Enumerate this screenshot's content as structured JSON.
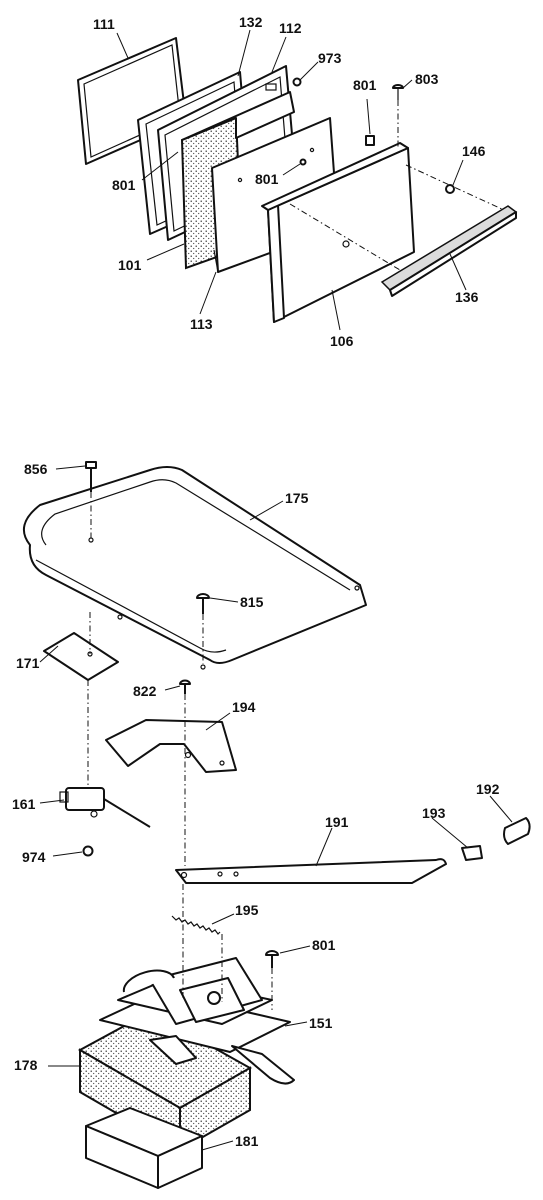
{
  "diagram": {
    "labels": {
      "p111": "111",
      "p132": "132",
      "p112": "112",
      "p973": "973",
      "p801a": "801",
      "p803": "803",
      "p146": "146",
      "p801b": "801",
      "p801c": "801",
      "p101": "101",
      "p113": "113",
      "p106": "106",
      "p136": "136",
      "p856": "856",
      "p175": "175",
      "p815": "815",
      "p171": "171",
      "p822": "822",
      "p194": "194",
      "p161": "161",
      "p974": "974",
      "p191": "191",
      "p193": "193",
      "p192": "192",
      "p195": "195",
      "p801d": "801",
      "p151": "151",
      "p178": "178",
      "p181": "181"
    }
  }
}
